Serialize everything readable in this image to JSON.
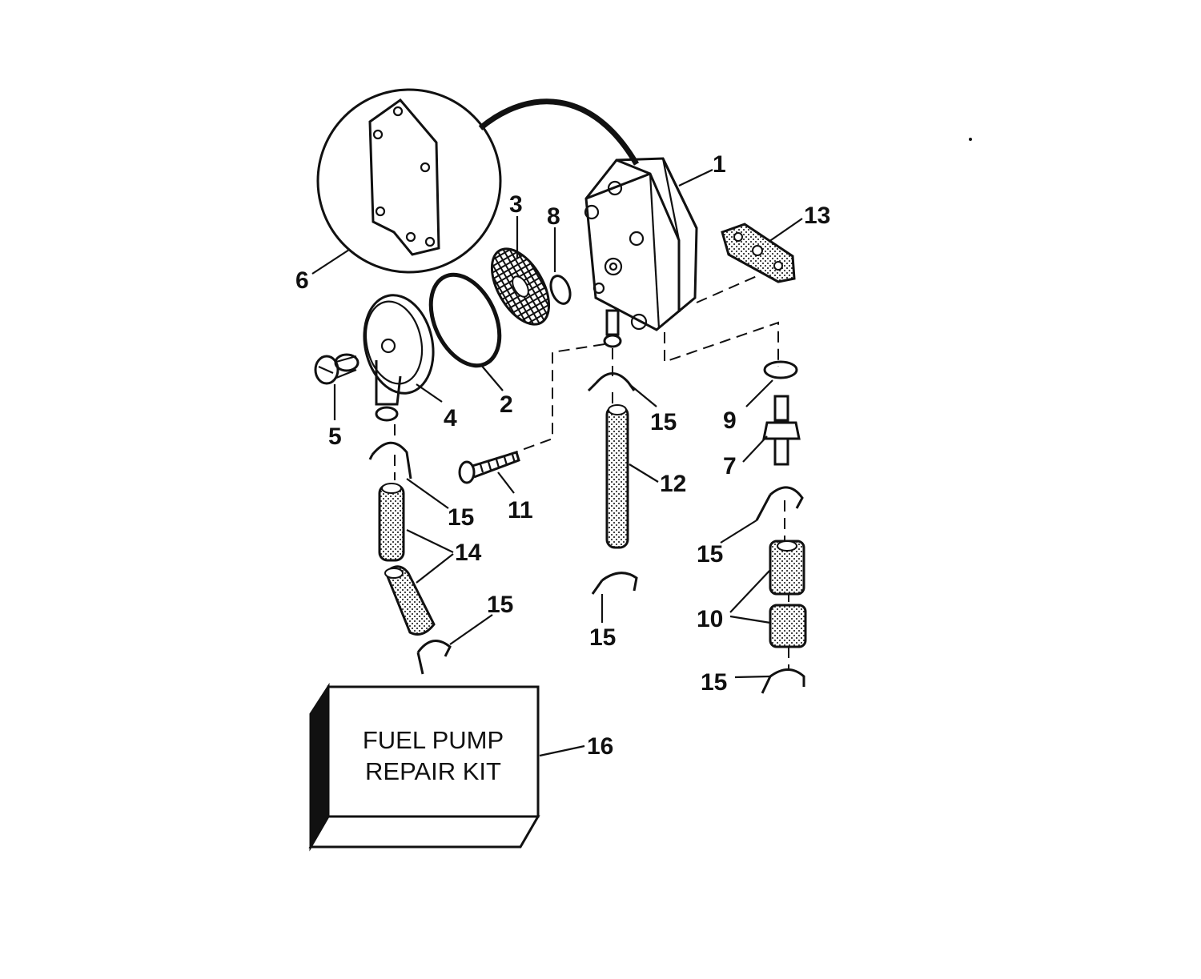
{
  "diagram": {
    "callouts": {
      "c1": "1",
      "c2": "2",
      "c3": "3",
      "c4": "4",
      "c5": "5",
      "c6": "6",
      "c7": "7",
      "c8": "8",
      "c9": "9",
      "c10": "10",
      "c11": "11",
      "c12": "12",
      "c13": "13",
      "c14": "14",
      "c15a": "15",
      "c15b": "15",
      "c15c": "15",
      "c15d": "15",
      "c15e": "15",
      "c15f": "15",
      "c16": "16"
    },
    "kit_box": {
      "line1": "FUEL PUMP",
      "line2": "REPAIR KIT"
    }
  }
}
